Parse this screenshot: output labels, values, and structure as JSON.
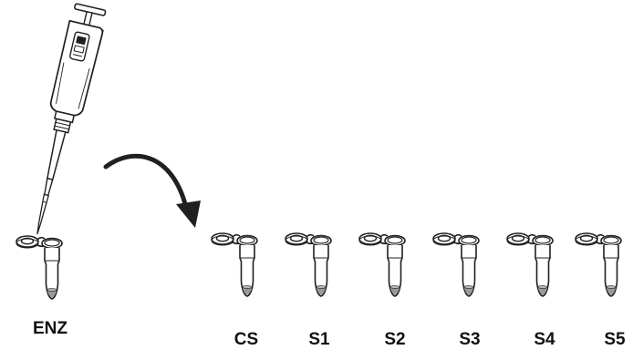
{
  "source_tube": {
    "label": "ENZ"
  },
  "target_tubes": [
    {
      "label": "CS"
    },
    {
      "label": "S1"
    },
    {
      "label": "S2"
    },
    {
      "label": "S3"
    },
    {
      "label": "S4"
    },
    {
      "label": "S5"
    }
  ],
  "colors": {
    "outline": "#231f20",
    "liquid": "#9a9a9a",
    "background": "#ffffff"
  }
}
